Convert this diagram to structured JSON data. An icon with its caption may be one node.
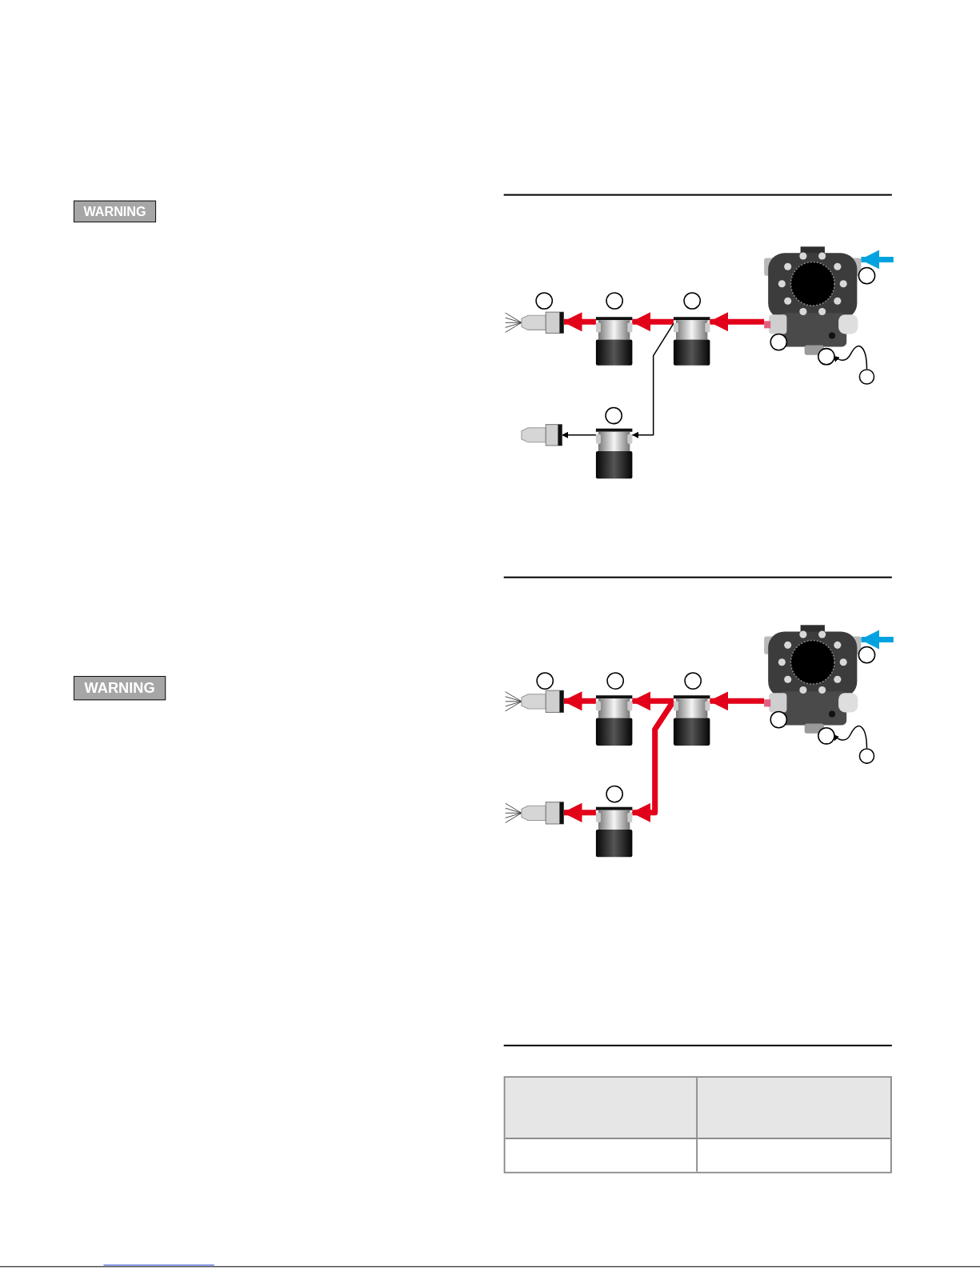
{
  "diagram": {
    "nodes": [
      {
        "text": [
          "WARNING"
        ]
      },
      {
        "text": [
          "WARNING"
        ]
      },
      {
        "text": [],
        "shape": "picture"
      },
      {
        "text": [],
        "shape": "picture"
      },
      {
        "text": [],
        "shape": "picture"
      },
      {
        "text": [],
        "shape": "picture"
      },
      {
        "text": [],
        "shape": "picture"
      },
      {
        "text": [],
        "shape": "picture"
      },
      {
        "text": [],
        "shape": "circle"
      },
      {
        "text": [],
        "shape": "picture"
      },
      {
        "text": [],
        "shape": "picture"
      },
      {
        "text": [],
        "shape": "picture"
      },
      {
        "text": [],
        "shape": "picture"
      },
      {
        "text": [],
        "shape": "picture"
      },
      {
        "text": [],
        "shape": "picture"
      },
      {
        "text": [],
        "shape": "circle"
      }
    ],
    "edges": [
      {
        "from": 2,
        "to": 3,
        "arrow": "to"
      },
      {
        "from": 3,
        "to": 4,
        "arrow": "to"
      },
      {
        "from": 4,
        "to": 5,
        "arrow": "to"
      },
      {
        "from": 3,
        "to": 6,
        "arrow": "to",
        "color": "#000000"
      },
      {
        "from": 6,
        "to": 7,
        "arrow": "to",
        "color": "#000000"
      },
      {
        "from": null,
        "to": 2,
        "arrow": "to",
        "color": "#00a3e0"
      },
      {
        "from": 8,
        "to": 2,
        "arrow": "to",
        "color": "#000000"
      },
      {
        "from": 9,
        "to": 10,
        "arrow": "to"
      },
      {
        "from": 10,
        "to": 11,
        "arrow": "to"
      },
      {
        "from": 11,
        "to": 12,
        "arrow": "to"
      },
      {
        "from": 10,
        "to": 13,
        "arrow": "to"
      },
      {
        "from": 13,
        "to": 14,
        "arrow": "to"
      },
      {
        "from": null,
        "to": 9,
        "arrow": "to",
        "color": "#00a3e0"
      },
      {
        "from": 15,
        "to": 9,
        "arrow": "to",
        "color": "#000000"
      }
    ]
  }
}
